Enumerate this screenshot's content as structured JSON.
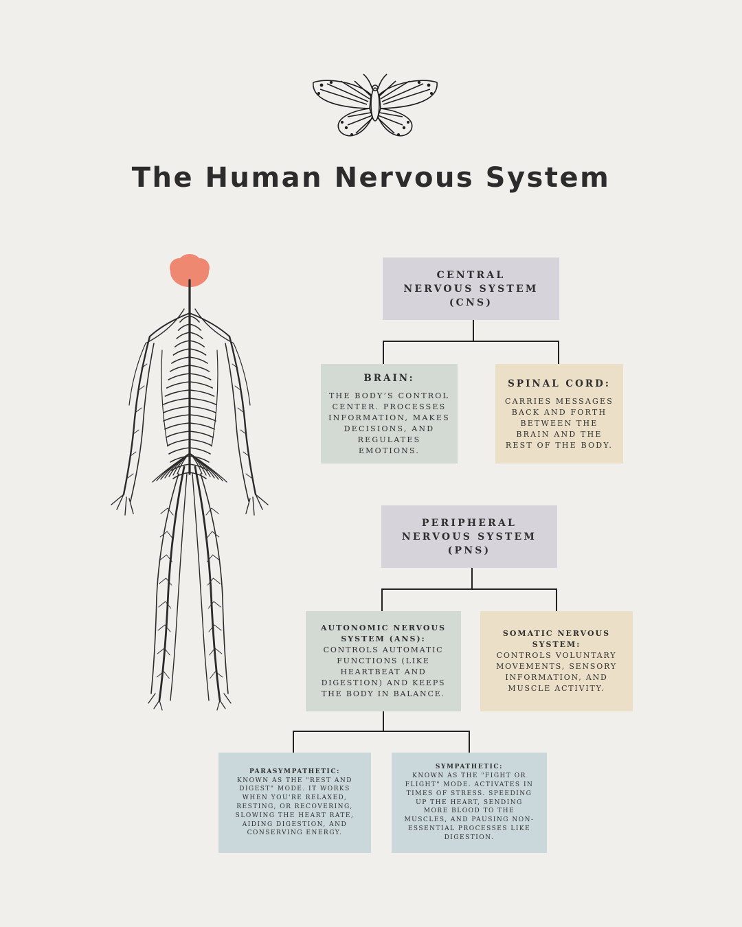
{
  "title": "The Human Nervous System",
  "icons": {
    "logo": "butterfly-icon",
    "figure": "human-nervous-system-figure"
  },
  "colors": {
    "background": "#f1efec",
    "brain": "#ef8870",
    "heading_box": "#d6d3da",
    "green_box": "#d3d9d3",
    "tan_box": "#ecdfc7",
    "blue_box": "#cbd8db",
    "line": "#222222"
  },
  "cns": {
    "title": "CENTRAL NERVOUS SYSTEM (CNS)",
    "brain": {
      "title": "BRAIN:",
      "body": "THE BODY’S CONTROL CENTER. PROCESSES INFORMATION, MAKES DECISIONS, AND REGULATES EMOTIONS."
    },
    "spinal_cord": {
      "title": "SPINAL CORD:",
      "body": "CARRIES MESSAGES BACK AND FORTH BETWEEN THE BRAIN AND THE REST OF THE BODY."
    }
  },
  "pns": {
    "title": "PERIPHERAL NERVOUS SYSTEM (PNS)",
    "autonomic": {
      "title": "AUTONOMIC NERVOUS SYSTEM (ANS):",
      "body": "CONTROLS AUTOMATIC FUNCTIONS (LIKE HEARTBEAT AND DIGESTION) AND KEEPS THE BODY IN BALANCE."
    },
    "somatic": {
      "title": "SOMATIC NERVOUS SYSTEM:",
      "body": "CONTROLS VOLUNTARY MOVEMENTS, SENSORY INFORMATION, AND MUSCLE ACTIVITY."
    },
    "parasympathetic": {
      "title": "PARASYMPATHETIC:",
      "body": "KNOWN AS THE \"REST AND DIGEST\" MODE. IT WORKS WHEN YOU'RE RELAXED, RESTING, OR RECOVERING, SLOWING THE HEART RATE, AIDING DIGESTION, AND CONSERVING ENERGY."
    },
    "sympathetic": {
      "title": "SYMPATHETIC:",
      "body": "KNOWN AS THE \"FIGHT OR FLIGHT\" MODE. ACTIVATES IN TIMES OF STRESS. SPEEDING UP THE HEART, SENDING MORE BLOOD TO THE MUSCLES, AND PAUSING NON-ESSENTIAL PROCESSES LIKE DIGESTION."
    }
  }
}
